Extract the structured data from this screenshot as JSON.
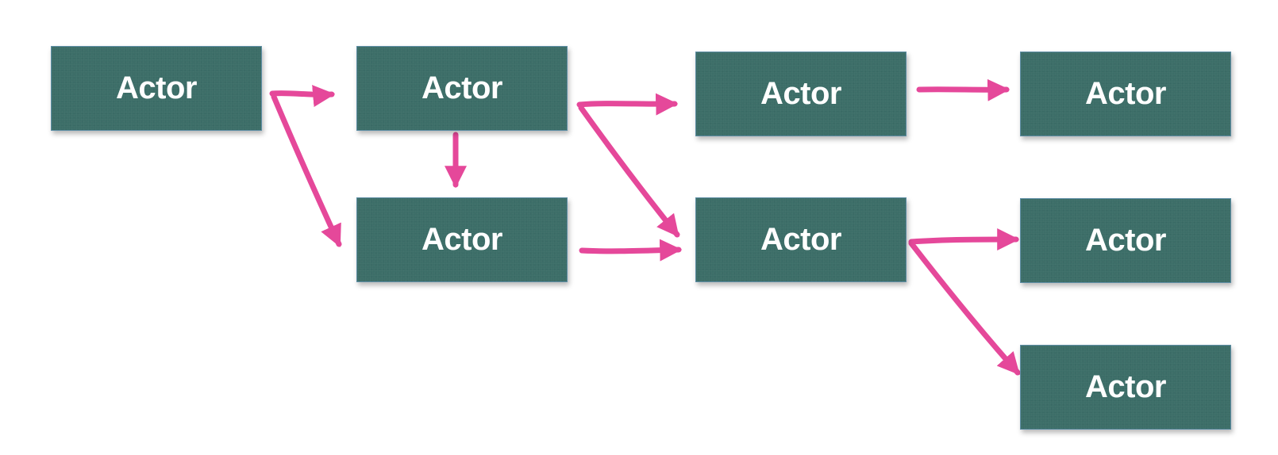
{
  "diagram": {
    "edge_color": "#e5489a",
    "node_color": "#3c6e68",
    "nodes": [
      {
        "id": "actor-1",
        "label": "Actor"
      },
      {
        "id": "actor-2",
        "label": "Actor"
      },
      {
        "id": "actor-3",
        "label": "Actor"
      },
      {
        "id": "actor-4",
        "label": "Actor"
      },
      {
        "id": "actor-5",
        "label": "Actor"
      },
      {
        "id": "actor-6",
        "label": "Actor"
      },
      {
        "id": "actor-7",
        "label": "Actor"
      },
      {
        "id": "actor-8",
        "label": "Actor"
      }
    ],
    "edges": [
      {
        "from": "actor-1",
        "to": "actor-2"
      },
      {
        "from": "actor-1",
        "to": "actor-3"
      },
      {
        "from": "actor-2",
        "to": "actor-3"
      },
      {
        "from": "actor-2",
        "to": "actor-4"
      },
      {
        "from": "actor-2",
        "to": "actor-5"
      },
      {
        "from": "actor-3",
        "to": "actor-5"
      },
      {
        "from": "actor-4",
        "to": "actor-6"
      },
      {
        "from": "actor-5",
        "to": "actor-7"
      },
      {
        "from": "actor-5",
        "to": "actor-8"
      }
    ]
  }
}
